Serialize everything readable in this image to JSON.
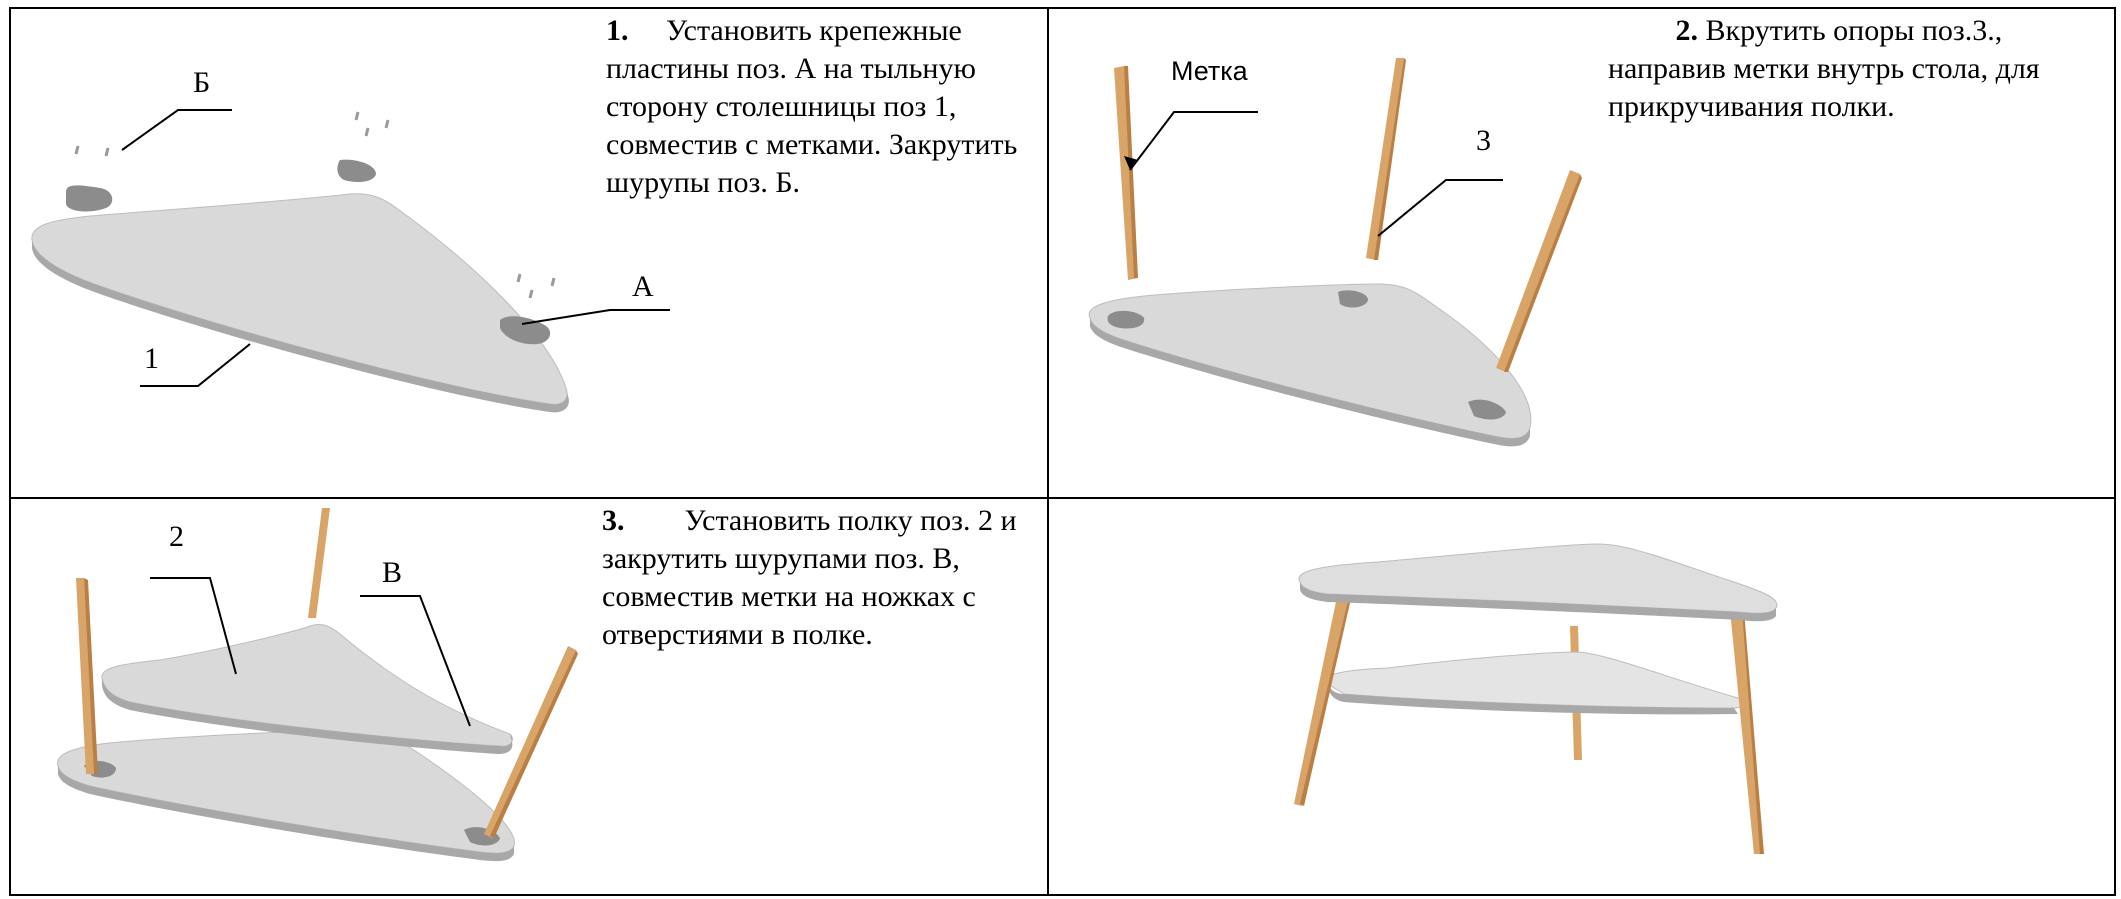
{
  "steps": [
    {
      "number": "1.",
      "text": "Установить крепежные пластины поз. А на тыльную сторону столешницы поз 1, совместив с метками. Закрутить шурупы поз. Б.",
      "labels": {
        "b": "Б",
        "a": "А",
        "one": "1"
      }
    },
    {
      "number": "2.",
      "text": "Вкрутить опоры поз.3., направив метки внутрь стола, для прикручивания полки.",
      "labels": {
        "mark": "Метка",
        "three": "3"
      }
    },
    {
      "number": "3.",
      "text": "Установить полку поз. 2 и закрутить шурупами поз. В, совместив метки на ножках с отверстиями в полке.",
      "labels": {
        "two": "2",
        "v": "В"
      }
    }
  ],
  "colors": {
    "tabletop": "#d9d9d9",
    "tabletop_edge": "#a8a8a8",
    "leg": "#d9a468",
    "leg_dark": "#b97f44",
    "bracket": "#8c8c8c",
    "border": "#000000"
  }
}
